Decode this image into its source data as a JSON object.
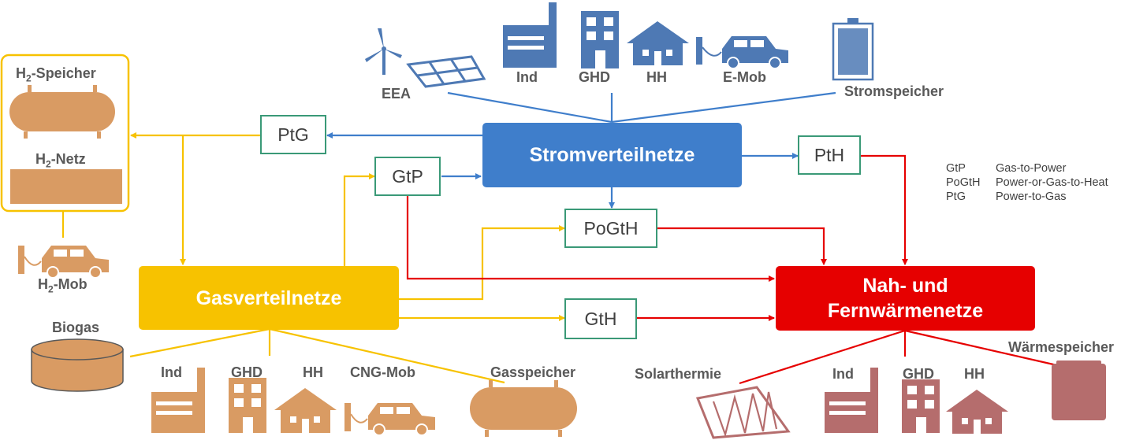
{
  "hubs": {
    "strom": "Stromverteilnetze",
    "gas": "Gasverteilnetze",
    "waerme_line1": "Nah- und",
    "waerme_line2": "Fernwärmenetze"
  },
  "converters": {
    "ptg": "PtG",
    "gtp": "GtP",
    "pogth": "PoGtH",
    "gth": "GtH",
    "pth": "PtH"
  },
  "strom_nodes": {
    "eea": "EEA",
    "ind": "Ind",
    "ghd": "GHD",
    "hh": "HH",
    "emob": "E-Mob",
    "speicher": "Stromspeicher"
  },
  "h2": {
    "speicher_prefix": "H",
    "speicher_sub": "2",
    "speicher_suffix": "-Speicher",
    "netz_prefix": "H",
    "netz_sub": "2",
    "netz_suffix": "-Netz",
    "mob_prefix": "H",
    "mob_sub": "2",
    "mob_suffix": "-Mob"
  },
  "gas_nodes": {
    "biogas": "Biogas",
    "ind": "Ind",
    "ghd": "GHD",
    "hh": "HH",
    "cng": "CNG-Mob",
    "speicher": "Gasspeicher"
  },
  "waerme_nodes": {
    "solar": "Solarthermie",
    "ind": "Ind",
    "ghd": "GHD",
    "hh": "HH",
    "speicher": "Wärmespeicher"
  },
  "legend": [
    {
      "abbr": "GtP",
      "desc": "Gas-to-Power"
    },
    {
      "abbr": "PoGtH",
      "desc": "Power-or-Gas-to-Heat"
    },
    {
      "abbr": "PtG",
      "desc": "Power-to-Gas"
    }
  ],
  "colors": {
    "strom": "#3f7ecb",
    "gas": "#f7c200",
    "waerme": "#e60000",
    "h2": "#d99b63",
    "converter_border": "#3a9977",
    "blue_icon": "#4e79b4",
    "tan_icon": "#d99b63",
    "rose_icon": "#b56d6d"
  }
}
